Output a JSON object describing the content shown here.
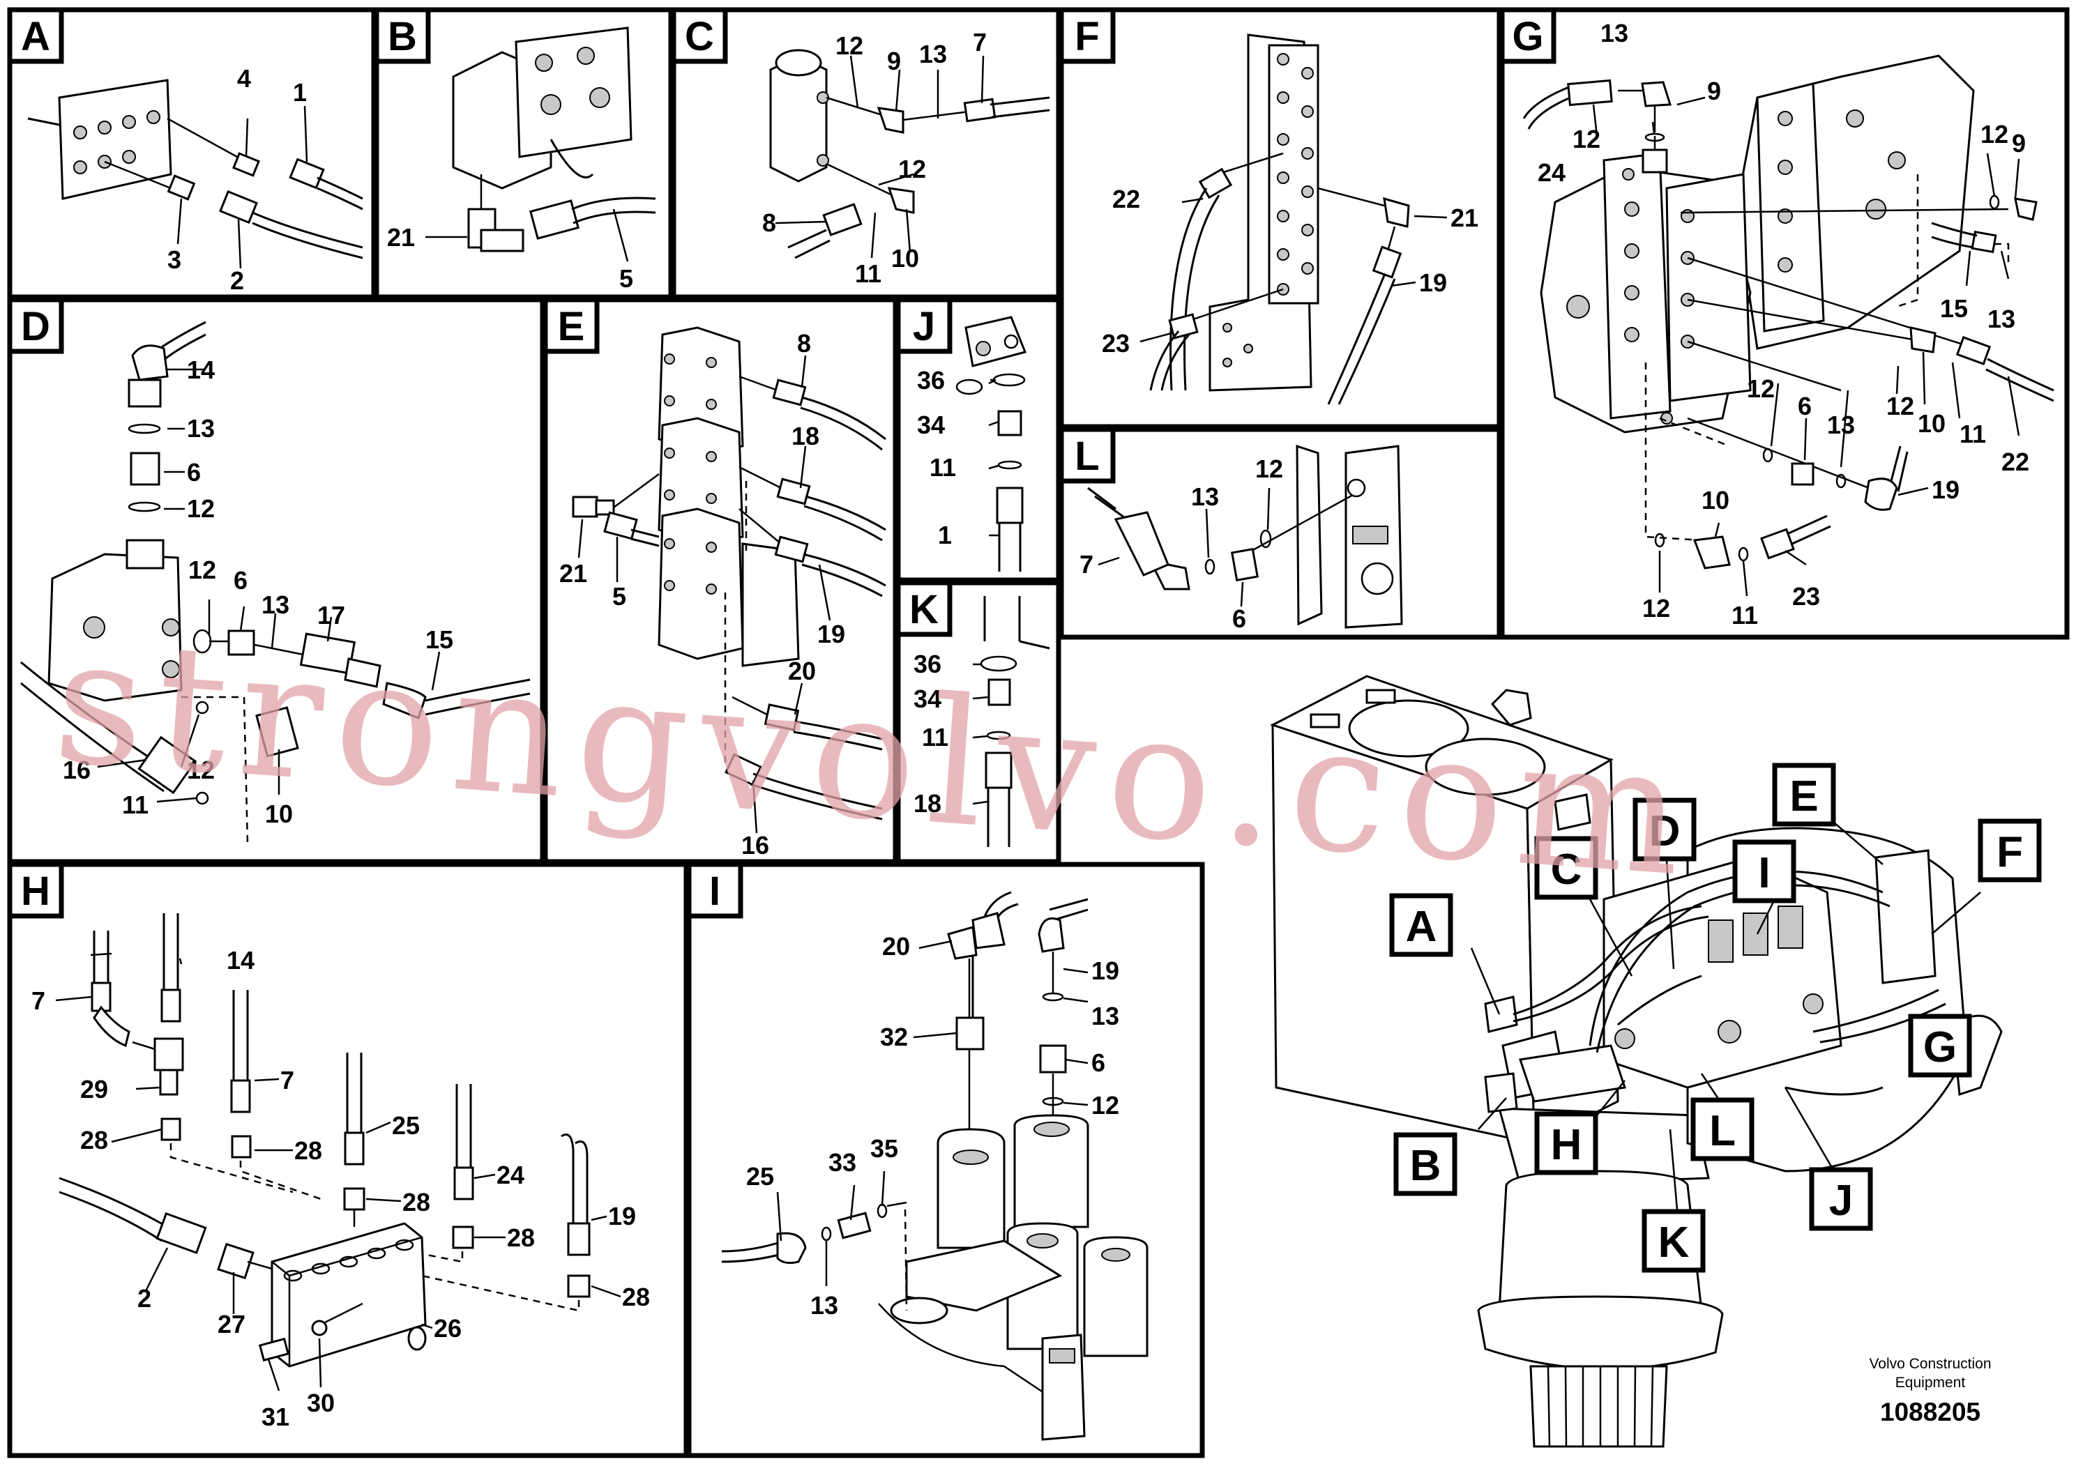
{
  "panels": {
    "A": "A",
    "B": "B",
    "C": "C",
    "D": "D",
    "E": "E",
    "F": "F",
    "G": "G",
    "H": "H",
    "I": "I",
    "J": "J",
    "K": "K",
    "L": "L"
  },
  "overview_labels": [
    "A",
    "B",
    "C",
    "D",
    "E",
    "F",
    "G",
    "H",
    "I",
    "J",
    "K",
    "L"
  ],
  "parts": {
    "A": [
      "4",
      "1",
      "3",
      "2"
    ],
    "B": [
      "21",
      "5"
    ],
    "C": [
      "12",
      "9",
      "13",
      "7",
      "12",
      "8",
      "11",
      "10"
    ],
    "D": [
      "14",
      "13",
      "6",
      "12",
      "12",
      "6",
      "13",
      "17",
      "15",
      "16",
      "12",
      "11",
      "10"
    ],
    "E": [
      "8",
      "18",
      "21",
      "5",
      "19",
      "20",
      "16"
    ],
    "J": [
      "36",
      "34",
      "11",
      "1"
    ],
    "K": [
      "36",
      "34",
      "11",
      "18"
    ],
    "F": [
      "22",
      "21",
      "19",
      "23"
    ],
    "L": [
      "12",
      "13",
      "7",
      "6"
    ],
    "G": [
      "13",
      "9",
      "12",
      "24",
      "12",
      "9",
      "15",
      "13",
      "12",
      "6",
      "13",
      "12",
      "10",
      "11",
      "22",
      "19",
      "10",
      "12",
      "11",
      "23"
    ],
    "H": [
      "14",
      "7",
      "29",
      "7",
      "28",
      "28",
      "25",
      "24",
      "28",
      "28",
      "19",
      "28",
      "2",
      "27",
      "26",
      "31",
      "30"
    ],
    "I": [
      "20",
      "19",
      "32",
      "13",
      "6",
      "12",
      "25",
      "33",
      "35",
      "13"
    ]
  },
  "watermark": "strongvolvo.com",
  "footer": {
    "company_line1": "Volvo Construction",
    "company_line2": "Equipment",
    "drawing_number": "1088205"
  },
  "colors": {
    "watermark": "#e2a3a8",
    "ink": "#000000"
  }
}
